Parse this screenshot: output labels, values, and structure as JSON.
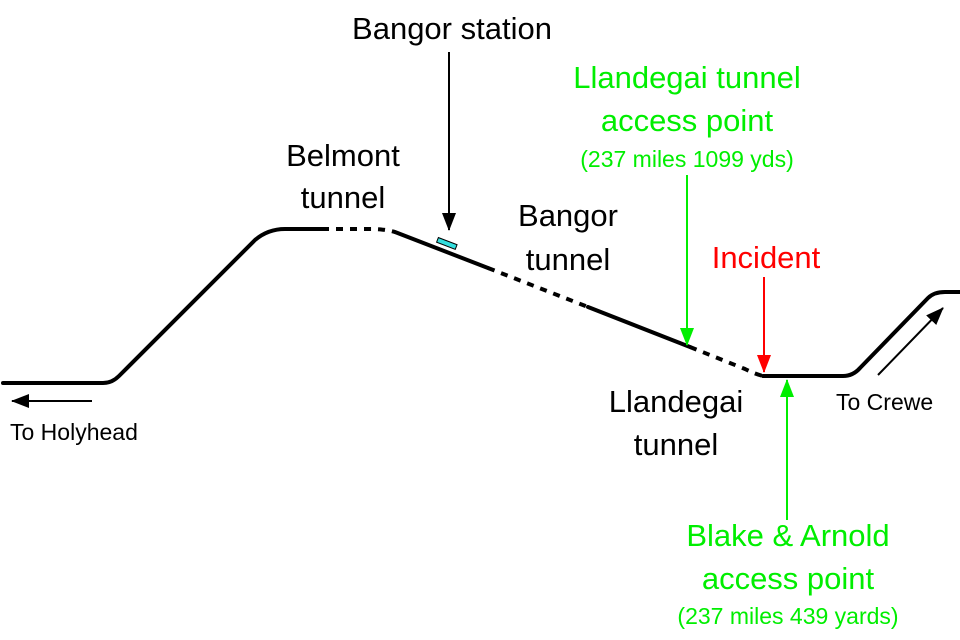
{
  "labels": {
    "bangor_station": "Bangor station",
    "belmont_tunnel": [
      "Belmont",
      "tunnel"
    ],
    "bangor_tunnel": [
      "Bangor",
      "tunnel"
    ],
    "llandegai_access": [
      "Llandegai tunnel",
      "access point",
      "(237 miles 1099 yds)"
    ],
    "incident": "Incident",
    "llandegai_tunnel": [
      "Llandegai",
      "tunnel"
    ],
    "blake_arnold_access": [
      "Blake & Arnold",
      "access point",
      "(237 miles 439 yards)"
    ],
    "to_holyhead": "To Holyhead",
    "to_crewe": "To Crewe"
  },
  "colors": {
    "track": "#000000",
    "access_point": "#00ee00",
    "incident": "#ff0000",
    "station": "#33dddd"
  }
}
